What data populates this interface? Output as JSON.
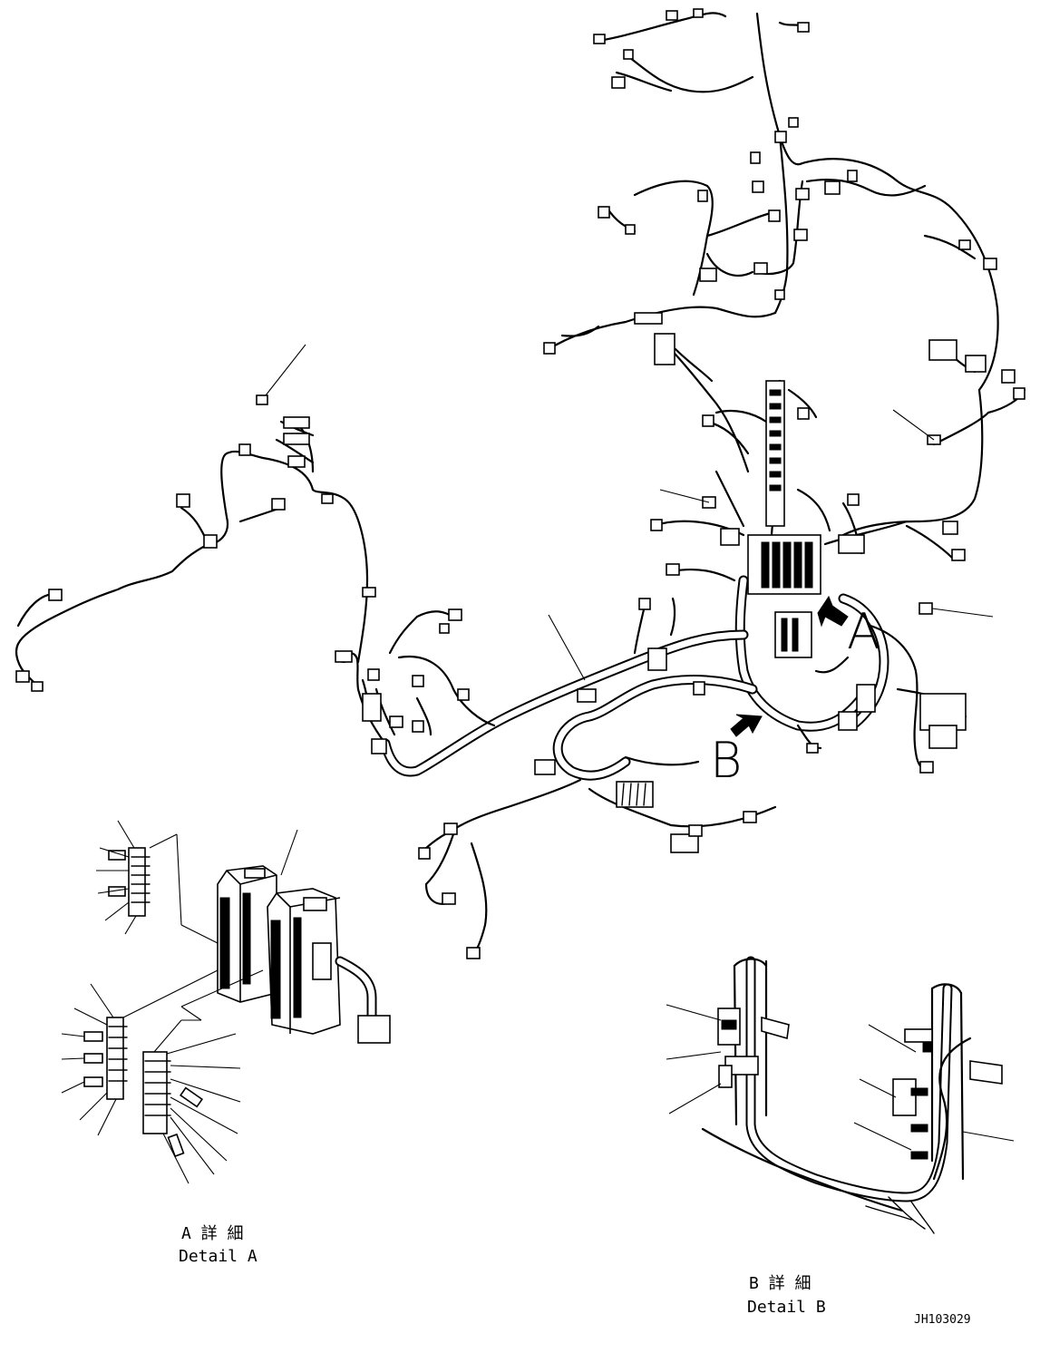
{
  "callouts": {
    "a": "A",
    "b": "B"
  },
  "details": {
    "a_jp": "A 詳 細",
    "a_en": "Detail A",
    "b_jp": "B 詳 細",
    "b_en": "Detail B"
  },
  "drawing_number": "JH103029"
}
